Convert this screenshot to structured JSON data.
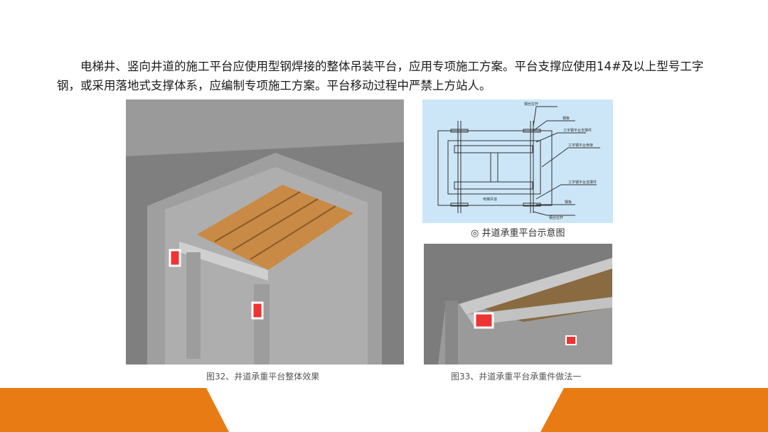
{
  "body_text": "电梯井、竖向井道的施工平台应使用型钢焊接的整体吊装平台，应用专项施工方案。平台支撑应使用14#及以上型号工字钢，或采用落地式支撑体系，应编制专项施工方案。平台移动过程中严禁上方站人。",
  "figures": {
    "fig32_caption": "图32、井道承重平台整体效果",
    "fig33_caption": "图33、井道承重平台承重件做法一",
    "diagram_caption": "◎ 井道承重平台示意图",
    "diagram_labels": [
      "钢丝拉杆",
      "钢板",
      "工字钢平台支撑件",
      "工字钢平台骨架",
      "工字钢平台支撑件",
      "钢板",
      "钢丝拉杆",
      "电梯井道"
    ]
  },
  "colors": {
    "accent": "#E97B14",
    "diagram_bg": "#CCE6F7"
  }
}
